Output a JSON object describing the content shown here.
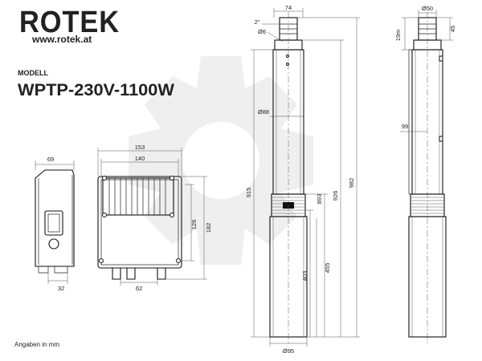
{
  "brand": {
    "logo_text": "ROTEK",
    "website": "www.rotek.at"
  },
  "model": {
    "label": "MODELL",
    "name": "WPTP-230V-1100W"
  },
  "footer": {
    "units_note": "Angaben in mm"
  },
  "dimensions": {
    "box_side_width": "69",
    "box_side_bottom": "32",
    "box_front_total_width": "153",
    "box_front_inner_width": "140",
    "box_front_height_inner": "126",
    "box_front_height_total": "182",
    "box_front_bottom": "62",
    "pump_head_width": "74",
    "pump_thread": "2\"",
    "pump_hole": "Ø6",
    "pump_body_dia": "Ø88",
    "pump_length_915": "915",
    "pump_length_893": "893",
    "pump_length_926": "926",
    "pump_length_982": "982",
    "pump_lower_403": "403",
    "pump_lower_455": "455",
    "pump_base_dia": "Ø95",
    "side_top_dia": "Ø50",
    "side_19m": "19m",
    "side_45": "45",
    "side_99": "99"
  },
  "colors": {
    "line": "#222222",
    "watermark": "#efefef"
  }
}
